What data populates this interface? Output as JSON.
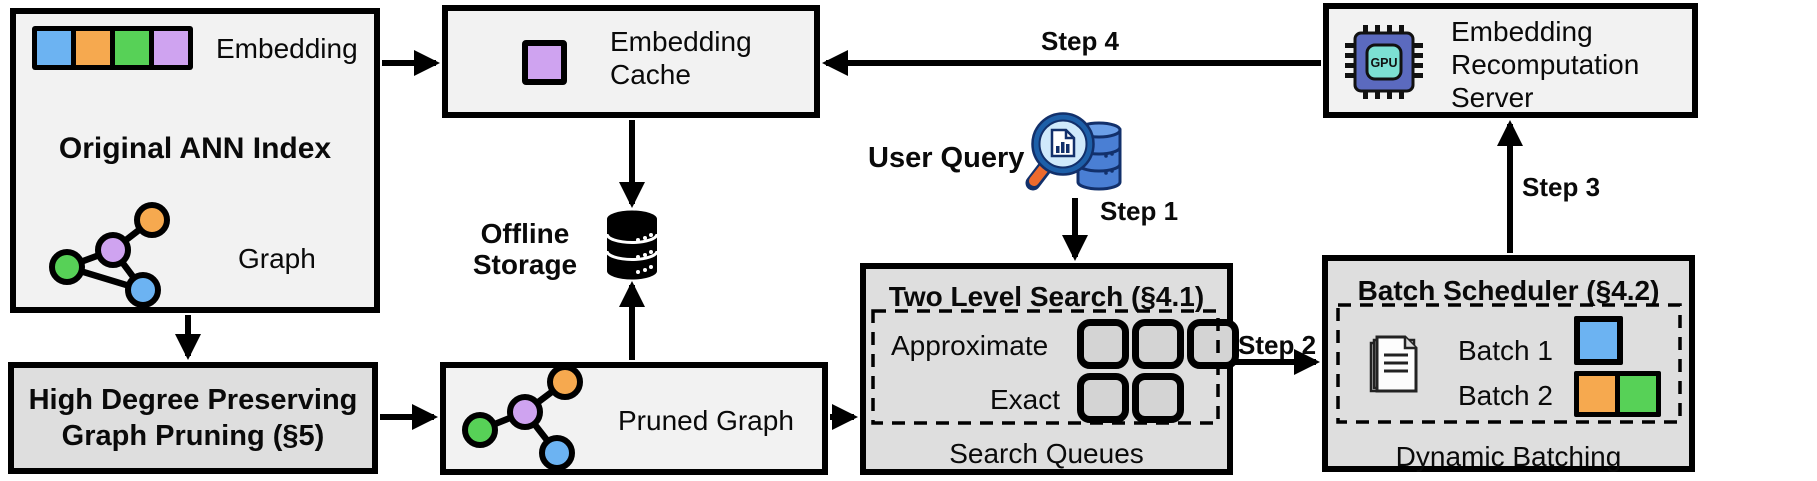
{
  "colors": {
    "blue": "#6cb3f2",
    "orange": "#f6a94f",
    "green": "#57d157",
    "purple": "#cfa3f0",
    "box_light": "#f2f2f2",
    "box_dark": "#dedede",
    "queue_slot_fill": "#d4d4d4",
    "chip_body": "#5b6abf",
    "chip_screen": "#7ce0d3",
    "query_db_blue": "#4a7fd4",
    "lens_blue": "#cfe9fb",
    "handle_orange": "#ee6a2d"
  },
  "ann_index": {
    "embedding_label": "Embedding",
    "title": "Original ANN Index",
    "graph_label": "Graph"
  },
  "embedding_cache": {
    "label": "Embedding\nCache"
  },
  "recomputation_server": {
    "label": "Embedding\nRecomputation\nServer",
    "chip_text": "GPU"
  },
  "offline_storage": {
    "label": "Offline\nStorage"
  },
  "user_query": {
    "label": "User Query"
  },
  "steps": {
    "step1": "Step 1",
    "step2": "Step 2",
    "step3": "Step 3",
    "step4": "Step 4"
  },
  "two_level_search": {
    "title": "Two Level Search (§4.1)",
    "approximate_label": "Approximate",
    "approximate_slots": 3,
    "exact_label": "Exact",
    "exact_slots": 2,
    "footer": "Search Queues"
  },
  "batch_scheduler": {
    "title": "Batch Scheduler (§4.2)",
    "batch1_label": "Batch 1",
    "batch2_label": "Batch 2",
    "footer": "Dynamic Batching"
  },
  "graph_pruning": {
    "title": "High Degree Preserving\nGraph Pruning (§5)"
  },
  "pruned_graph": {
    "label": "Pruned Graph"
  }
}
